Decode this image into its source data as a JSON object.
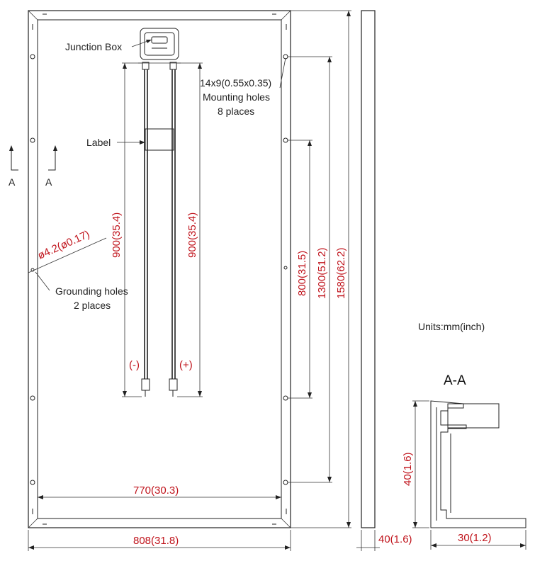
{
  "labels": {
    "junction_box": "Junction Box",
    "label": "Label",
    "mounting_size": "14x9(0.55x0.35)",
    "mounting_holes": "Mounting holes",
    "mounting_count": "8 places",
    "grounding_holes": "Grounding holes",
    "grounding_count": "2 places",
    "grounding_dia": "ø4.2(ø0.17)",
    "units": "Units:mm(inch)",
    "section_title": "A-A",
    "section_mark_1": "A",
    "section_mark_2": "A",
    "neg": "(-)",
    "pos": "(+)"
  },
  "dimensions": {
    "cable_left": "900(35.4)",
    "cable_right": "900(35.4)",
    "hole_800": "800(31.5)",
    "hole_1300": "1300(51.2)",
    "height_1580": "1580(62.2)",
    "inner_width": "770(30.3)",
    "outer_width": "808(31.8)",
    "side_depth": "40(1.6)",
    "profile_height": "40(1.6)",
    "profile_width": "30(1.2)"
  }
}
